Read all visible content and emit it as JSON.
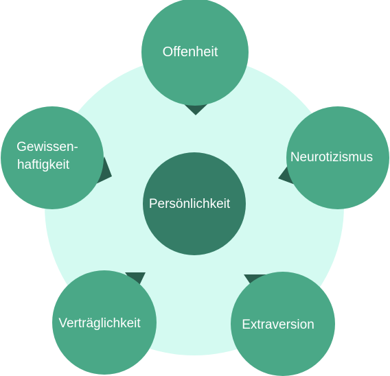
{
  "colors": {
    "background_disc": "#d4faf1",
    "outer_circle": "#4aa887",
    "center_circle": "#357d67",
    "pointer": "#2a5e4e",
    "text": "#ffffff"
  },
  "center": {
    "label": "Persönlichkeit"
  },
  "traits": [
    {
      "label_lines": [
        "Offenheit"
      ]
    },
    {
      "label_lines": [
        "Neurotizismus"
      ]
    },
    {
      "label_lines": [
        "Extraversion"
      ]
    },
    {
      "label_lines": [
        "Verträglichkeit"
      ]
    },
    {
      "label_lines": [
        "Gewissen-",
        "haftigkeit"
      ]
    }
  ]
}
